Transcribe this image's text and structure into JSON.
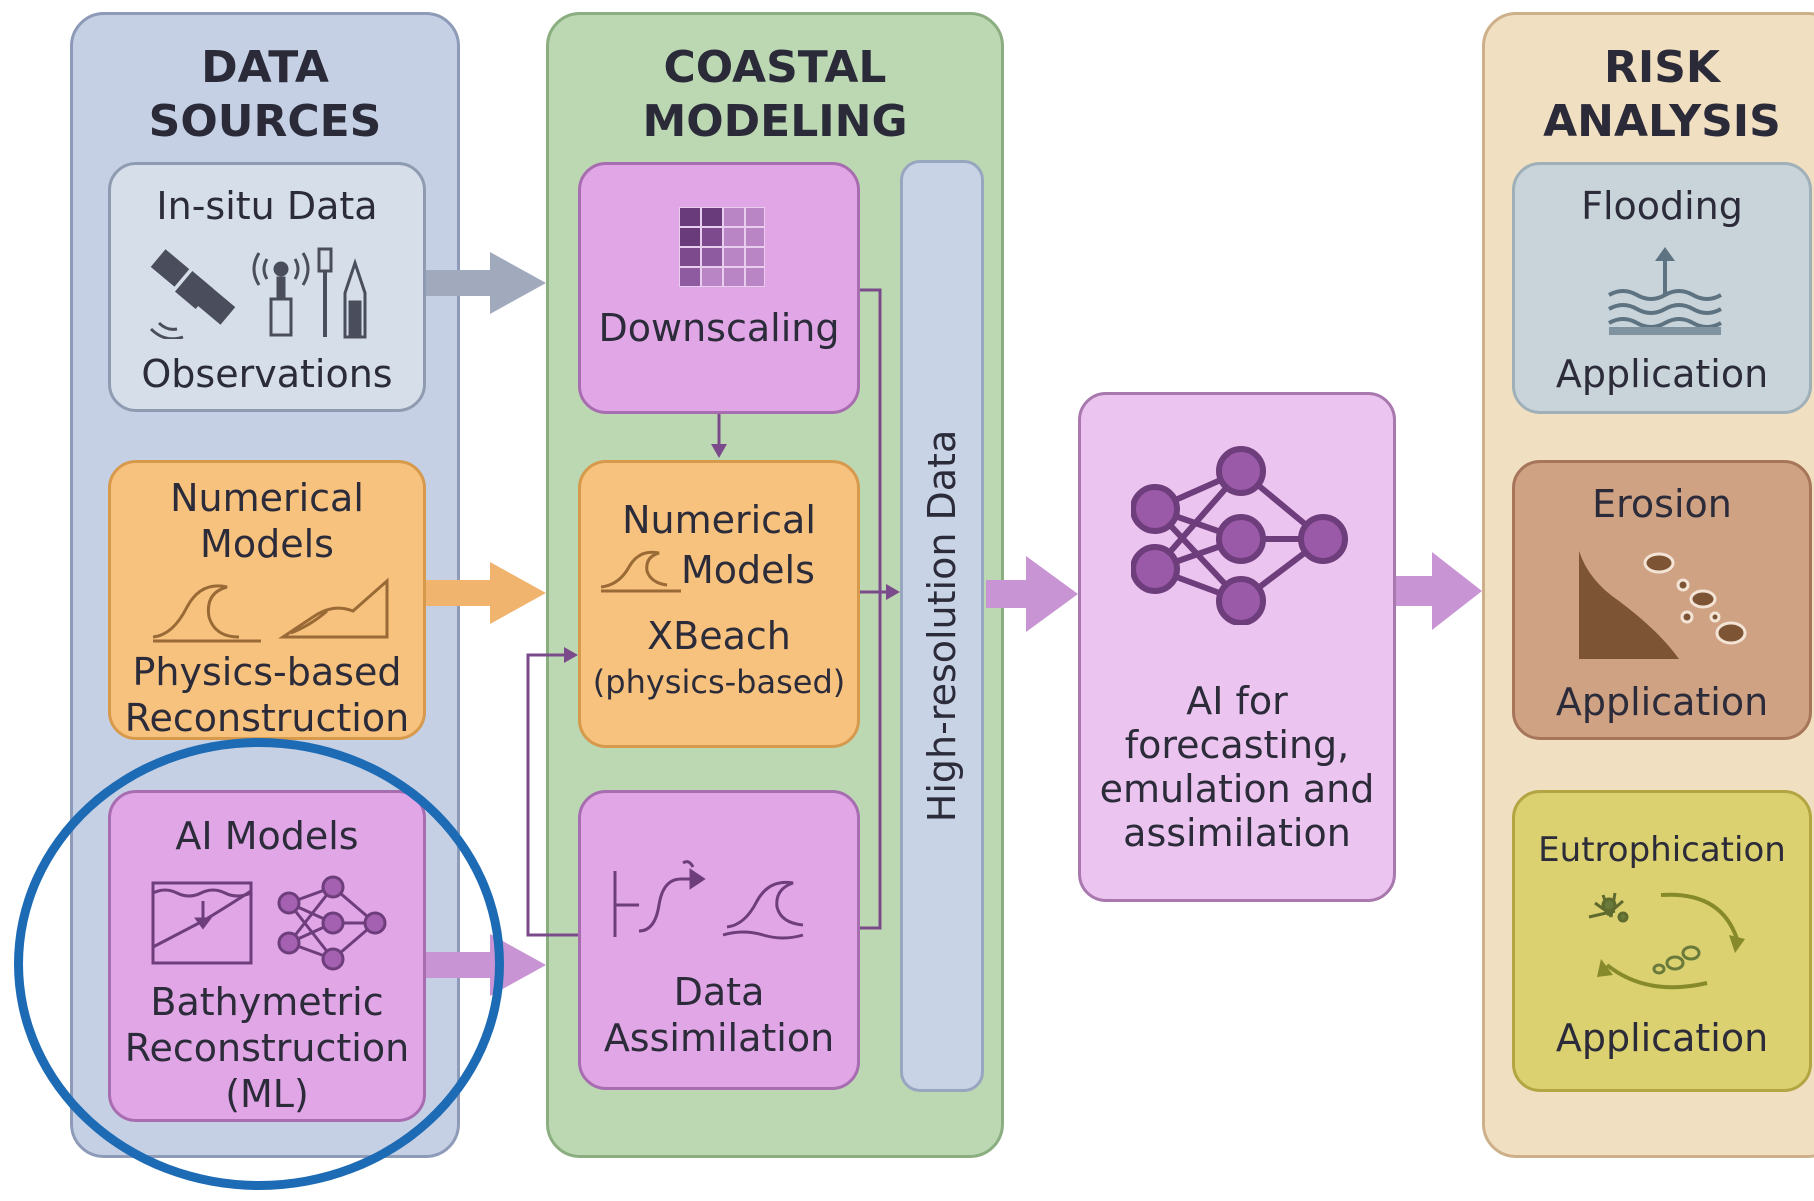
{
  "columns": {
    "data_sources": "DATA\nSOURCES",
    "coastal_modeling": "COASTAL\nMODELING",
    "risk_analysis": "RISK\nANALYSIS"
  },
  "sources": {
    "insitu": {
      "title": "In-situ Data",
      "subtitle": "Observations"
    },
    "numerical": {
      "title": "Numerical\nModels",
      "subtitle": "Physics-based\nReconstruction"
    },
    "ai": {
      "title": "AI Models",
      "subtitle": "Bathymetric\nReconstruction\n(ML)"
    }
  },
  "modeling": {
    "downscaling": "Downscaling",
    "numerical_title": "Numerical",
    "numerical_models": "Models",
    "xbeach": "XBeach",
    "physics_based": "(physics-based)",
    "assimilation": "Data\nAssimilation",
    "high_resolution": "High-resolution Data"
  },
  "ai_box": {
    "label": "AI for\nforecasting,\nemulation and\nassimilation"
  },
  "risk": {
    "flooding": {
      "title": "Flooding",
      "subtitle": "Application"
    },
    "erosion": {
      "title": "Erosion",
      "subtitle": "Application"
    },
    "eutrophication": {
      "title": "Eutrophication",
      "subtitle": "Application"
    }
  },
  "colors": {
    "highlight_circle": "#1d6bb5",
    "purple_arrow": "#c894d4",
    "gray_arrow": "#a1a9bd",
    "orange_arrow": "#f0b46e",
    "connector": "#7b4a8a"
  },
  "icons": [
    "satellite-icon",
    "sensor-antenna-icon",
    "buoy-icon",
    "grid-icon",
    "wave-icon",
    "beach-profile-icon",
    "bathymetry-icon",
    "neural-network-icon",
    "assimilation-curve-icon",
    "flood-water-icon",
    "erosion-slope-icon",
    "nutrient-cycle-icon"
  ]
}
